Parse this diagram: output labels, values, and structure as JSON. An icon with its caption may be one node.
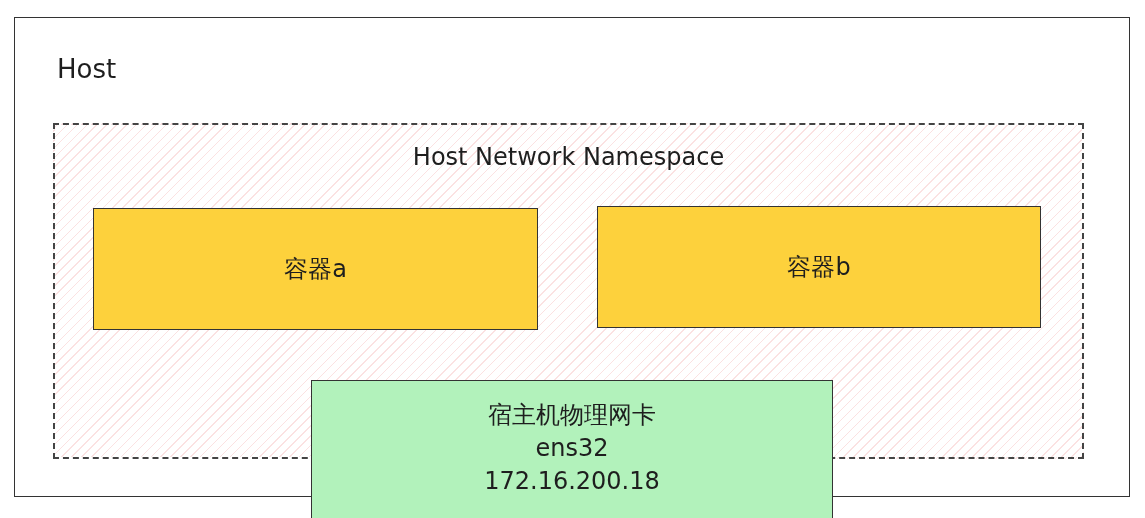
{
  "diagram": {
    "nodes": [
      {
        "text": [
          "Host"
        ]
      },
      {
        "text": [
          "Host Network Namespace"
        ],
        "in": 0
      },
      {
        "text": [
          "容器a"
        ],
        "in": 1
      },
      {
        "text": [
          "容器b"
        ],
        "in": 1
      },
      {
        "text": [
          "宿主机物理网卡",
          "ens32",
          "172.16.200.18"
        ]
      }
    ]
  }
}
